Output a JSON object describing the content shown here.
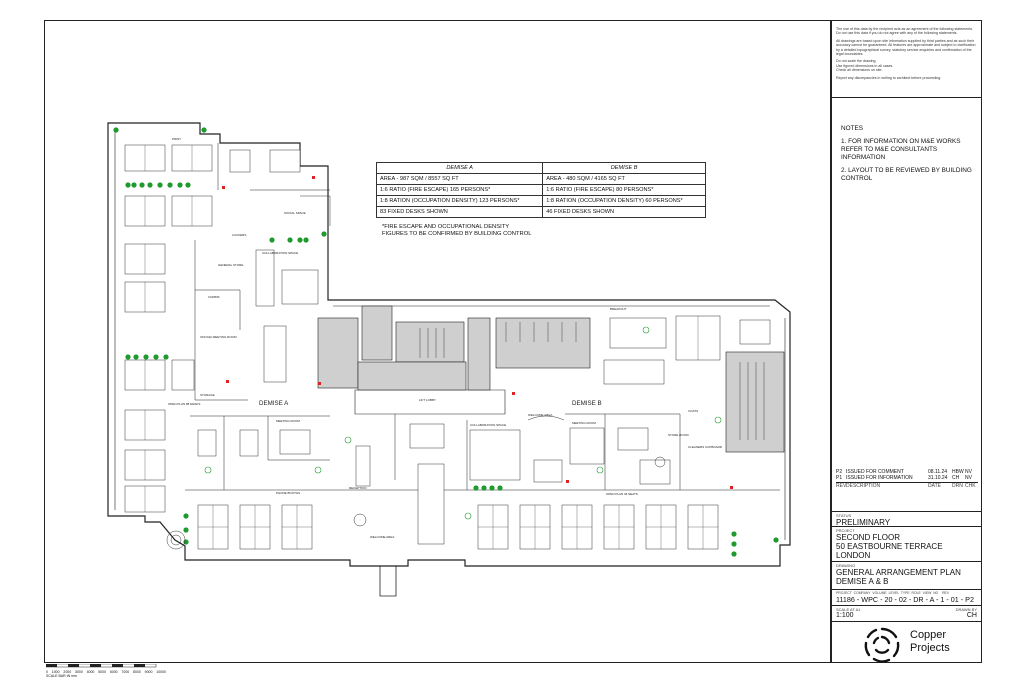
{
  "plan": {
    "demise_a_label": "DEMISE A",
    "demise_b_label": "DEMISE B",
    "room_labels": {
      "lift_lobby": "LIFT LOBBY",
      "reception": "RECEPTION",
      "welcome_area": "WELCOME AREA",
      "welcome_area_b": "WELCOME AREA",
      "meeting_room": "MEETING ROOM",
      "collaboration_space": "COLLABORATION SPACE",
      "collaboration_space_b": "COLLABORATION SPACE",
      "social_space": "SOCIAL SPACE",
      "breakout": "BREAKOUT",
      "phone_booths": "PHONE BOOTHS",
      "open_plan_a": "OPEN PLAN 88 DESKS",
      "open_plan_b": "OPEN PLAN 36 SEATS",
      "comms": "COMMS",
      "store_room": "STORE ROOM",
      "cleaners_cupboard": "CLEANERS CUPBOARD",
      "general_store": "GENERAL STORE",
      "office_meeting_room": "OFFICE/ MEETING ROOM",
      "storage": "STORAGE",
      "print": "PRINT",
      "coats": "COATS",
      "lockers": "LOCKERS",
      "meeting_room_small": "MEETING ROOM"
    }
  },
  "area_table": {
    "headers": [
      "DEMISE A",
      "DEMISE B"
    ],
    "rows": [
      [
        "AREA - 987 SQM / 8557 SQ FT",
        "AREA - 480 SQM / 4165 SQ FT"
      ],
      [
        "1:6 RATIO (FIRE ESCAPE) 165 PERSONS*",
        "1:6 RATIO (FIRE ESCAPE) 80 PERSONS*"
      ],
      [
        "1:8 RATION (OCCUPATION DENSITY) 123 PERSONS*",
        "1:8 RATION (OCCUPATION DENSITY) 60 PERSONS*"
      ],
      [
        "83 FIXED DESKS SHOWN",
        "46 FIXED DESKS SHOWN"
      ]
    ],
    "footnote_line1": "*FIRE ESCAPE AND OCCUPATIONAL DENSITY",
    "footnote_line2": "FIGURES TO BE CONFIRMED BY BUILDING CONTROL"
  },
  "title_block": {
    "disclaimer_1": "The use of this data by the recipient acts as an agreement of the following statements. Do not use this data if you do not agree with any of the following statements.",
    "disclaimer_2": "All drawings are based upon site information supplied by third parties and as such their accuracy cannot be guaranteed. All features are approximate and subject to clarification by a detailed topographical survey, statutory service enquiries and confirmation of the legal boundaries.",
    "disclaimer_3": "Do not scale the drawing.",
    "disclaimer_4": "Use figured dimensions in all cases.",
    "disclaimer_5": "Check all dimensions on site.",
    "disclaimer_6": "Report any discrepancies in writing to architect before proceeding.",
    "notes_heading": "NOTES",
    "note_1": "1. FOR INFORMATION ON M&E WORKS REFER TO M&E CONSULTANTS INFORMATION",
    "note_2": "2. LAYOUT TO BE REVIEWED BY BUILDING CONTROL",
    "revisions": [
      {
        "rev": "P2",
        "desc": "ISSUED FOR COMMENT",
        "date": "08.11.24",
        "drn": "HBW",
        "chk": "NV"
      },
      {
        "rev": "P1",
        "desc": "ISSUED FOR INFORMATION",
        "date": "31.10.24",
        "drn": "CH",
        "chk": "NV"
      }
    ],
    "rev_header": {
      "rev": "REV",
      "desc": "DESCRIPTION",
      "date": "DATE",
      "drn": "DRN",
      "chk": "CHK"
    },
    "status_label": "STATUS",
    "status": "PRELIMINARY",
    "project_label": "PROJECT",
    "project_line1": "SECOND FLOOR",
    "project_line2": "50 EASTBOURNE TERRACE",
    "project_line3": "LONDON",
    "drawing_label": "DRAWING",
    "drawing_line1": "GENERAL ARRANGEMENT PLAN",
    "drawing_line2": "DEMISE A & B",
    "number_label": "PROJECT  COMPANY  VOLUME  LEVEL  TYPE  ROLE  VIEW  NO    REV",
    "drawing_number": "11186 - WPC - 20 - 02 - DR - A - 1 - 01 - P2",
    "scale_label": "SCALE AT A1",
    "scale": "1:100",
    "drawn_by_label": "DRAWN BY",
    "drawn_by": "CH",
    "company_line1": "Copper",
    "company_line2": "Projects"
  },
  "scale_bar": {
    "ticks": [
      "0",
      "1000",
      "2000",
      "3000",
      "4000",
      "5000",
      "6000",
      "7000",
      "8000",
      "9000",
      "10000"
    ],
    "caption": "SCALE BAR IN mm"
  },
  "colors": {
    "line": "#222222",
    "core_fill": "#cfcfcf",
    "plant": "#1f9a2e"
  }
}
